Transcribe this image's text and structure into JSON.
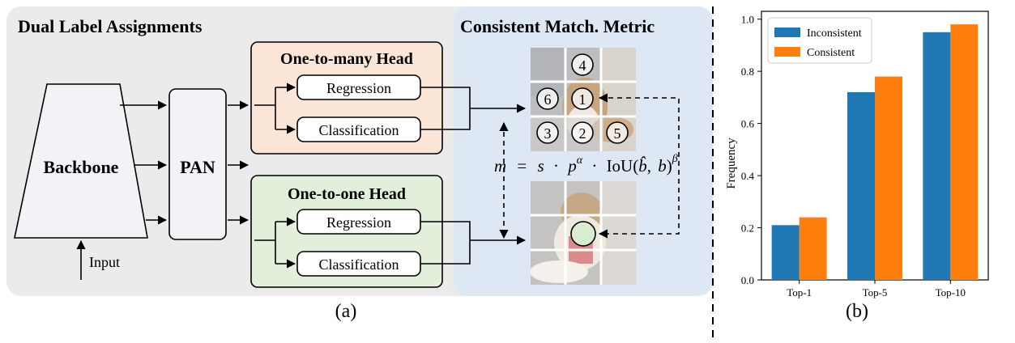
{
  "panel_a": {
    "left_title": "Dual Label Assignments",
    "right_title": "Consistent Match. Metric",
    "backbone_label": "Backbone",
    "pan_label": "PAN",
    "input_label": "Input",
    "o2m_head": {
      "title": "One-to-many Head",
      "regression": "Regression",
      "classification": "Classification"
    },
    "o2o_head": {
      "title": "One-to-one Head",
      "regression": "Regression",
      "classification": "Classification"
    },
    "metric_formula": "m = s · p^α · IoU(b̂, b)^β",
    "grid_numbers": [
      "4",
      "6",
      "1",
      "3",
      "2",
      "5"
    ],
    "caption": "(a)",
    "colors": {
      "left_bg": "#ebebeb",
      "right_bg": "#dde8f4",
      "o2m_fill": "#fbe5d6",
      "o2o_fill": "#e2efda",
      "box_fill": "#f3f3f7"
    }
  },
  "panel_b": {
    "caption": "(b)",
    "chart_data": {
      "type": "bar",
      "categories": [
        "Top-1",
        "Top-5",
        "Top-10"
      ],
      "series": [
        {
          "name": "Inconsistent",
          "color": "#1f77b4",
          "values": [
            0.21,
            0.72,
            0.95
          ]
        },
        {
          "name": "Consistent",
          "color": "#ff7f0e",
          "values": [
            0.24,
            0.78,
            0.98
          ]
        }
      ],
      "ylabel": "Frequency",
      "xlabel": "",
      "ylim": [
        0,
        1.03
      ],
      "yticks": [
        "0.0",
        "0.2",
        "0.4",
        "0.6",
        "0.8",
        "1.0"
      ],
      "legend_position": "top-left",
      "grid": false
    }
  }
}
